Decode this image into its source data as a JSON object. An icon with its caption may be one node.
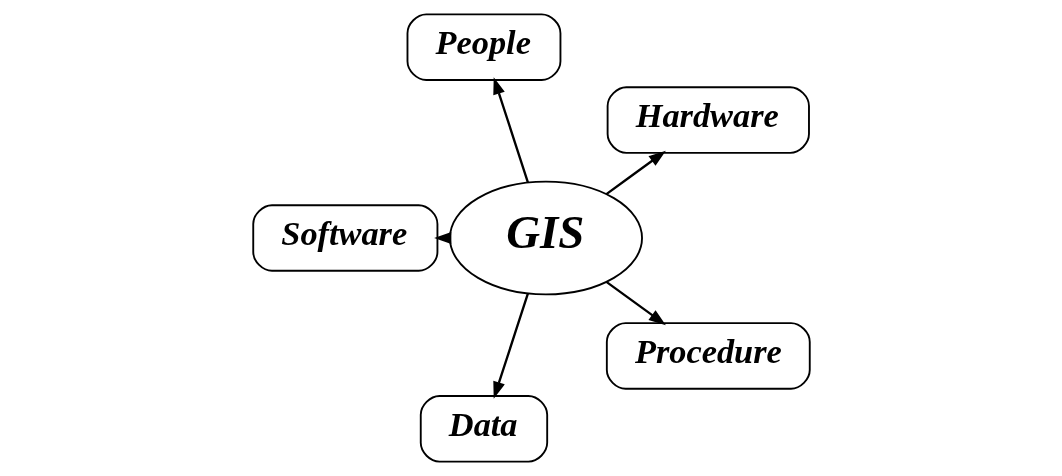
{
  "diagram": {
    "nodes": [
      {
        "text": [
          "Hardware"
        ]
      },
      {
        "text": [
          "People"
        ]
      },
      {
        "text": [
          "Software"
        ]
      },
      {
        "text": [
          "GIS"
        ]
      },
      {
        "text": [
          "Data"
        ]
      },
      {
        "text": [
          "Procedure"
        ]
      }
    ],
    "edges": [
      {
        "from": 3,
        "to": 0,
        "arrow": "to"
      },
      {
        "from": 3,
        "to": 1,
        "arrow": "to"
      },
      {
        "from": 3,
        "to": 2,
        "arrow": "to"
      },
      {
        "from": 3,
        "to": 4,
        "arrow": "to"
      },
      {
        "from": 3,
        "to": 5,
        "arrow": "to"
      }
    ]
  }
}
